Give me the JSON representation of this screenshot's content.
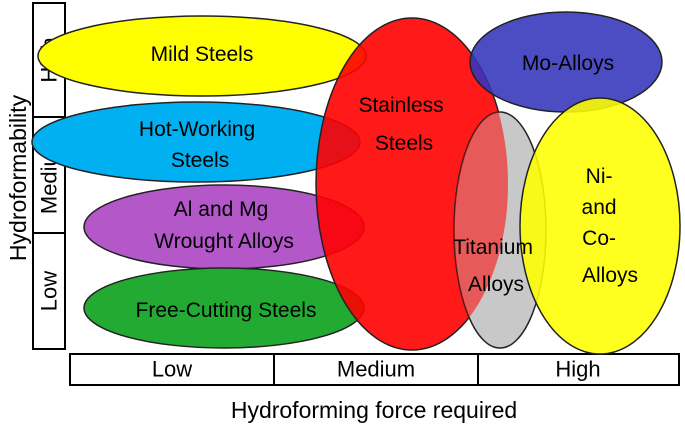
{
  "axes": {
    "y_title": "Hydroformability",
    "y_levels": [
      "High",
      "Medium",
      "Low"
    ],
    "x_title": "Hydroforming force required",
    "x_levels": [
      "Low",
      "Medium",
      "High"
    ]
  },
  "regions": [
    {
      "id": "mild-steels",
      "lines": [
        "Mild Steels"
      ],
      "color": "#FFFF00"
    },
    {
      "id": "hot-working-steels",
      "lines": [
        "Hot-Working",
        "Steels"
      ],
      "color": "#00B0F0"
    },
    {
      "id": "al-mg-wrought-alloys",
      "lines": [
        "Al and Mg",
        "Wrought Alloys"
      ],
      "color": "#B357C9"
    },
    {
      "id": "free-cutting-steels",
      "lines": [
        "Free-Cutting Steels"
      ],
      "color": "#22AA33"
    },
    {
      "id": "stainless-steels",
      "lines": [
        "Stainless",
        "Steels"
      ],
      "color": "#FF0000"
    },
    {
      "id": "mo-alloys",
      "lines": [
        "Mo-Alloys"
      ],
      "color": "#3333BB"
    },
    {
      "id": "ni-co-alloys",
      "lines": [
        "Ni-",
        "and",
        "Co-",
        "Alloys"
      ],
      "color": "#FFFF00"
    },
    {
      "id": "titanium-alloys",
      "lines": [
        "Titanium",
        "Alloys"
      ],
      "color": "#C8C8C8"
    }
  ]
}
